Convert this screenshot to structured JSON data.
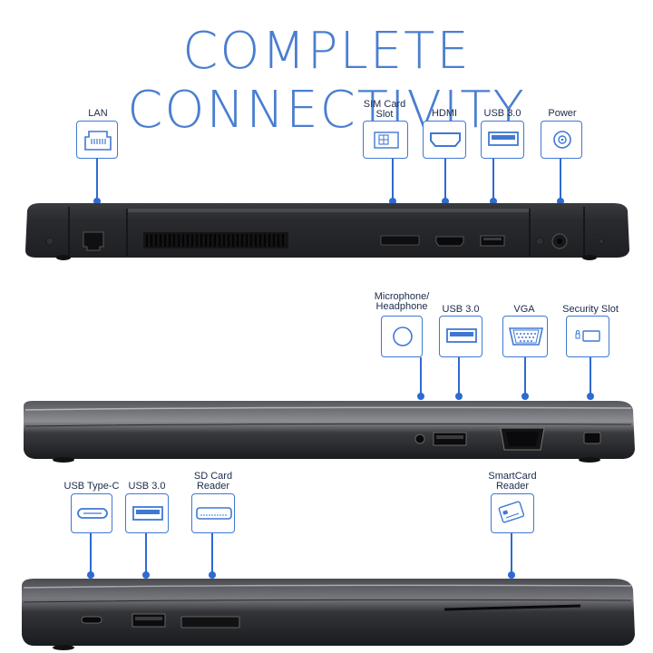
{
  "title": "COMPLETE CONNECTIVITY",
  "views": {
    "back": {
      "ports": [
        {
          "id": "lan",
          "label": "LAN",
          "icon": "ethernet-port-icon"
        },
        {
          "id": "sim",
          "label": "SIM Card\nSlot",
          "icon": "sim-card-icon"
        },
        {
          "id": "hdmi",
          "label": "HDMI",
          "icon": "hdmi-port-icon"
        },
        {
          "id": "usb1",
          "label": "USB 3.0",
          "icon": "usb-port-icon"
        },
        {
          "id": "power",
          "label": "Power",
          "icon": "power-jack-icon"
        }
      ]
    },
    "right": {
      "ports": [
        {
          "id": "mic",
          "label": "Microphone/\nHeadphone",
          "icon": "audio-jack-icon"
        },
        {
          "id": "usb2",
          "label": "USB 3.0",
          "icon": "usb-port-icon"
        },
        {
          "id": "vga",
          "label": "VGA",
          "icon": "vga-port-icon"
        },
        {
          "id": "lock",
          "label": "Security Slot",
          "icon": "security-slot-icon"
        }
      ]
    },
    "left": {
      "ports": [
        {
          "id": "usbc",
          "label": "USB Type-C",
          "icon": "usb-c-port-icon"
        },
        {
          "id": "usb3",
          "label": "USB 3.0",
          "icon": "usb-port-icon"
        },
        {
          "id": "sd",
          "label": "SD Card\nReader",
          "icon": "sd-card-reader-icon"
        },
        {
          "id": "smart",
          "label": "SmartCard\nReader",
          "icon": "smartcard-icon"
        }
      ]
    }
  },
  "colors": {
    "accent": "#3f78d4",
    "title": "#4a7ed0",
    "laptop": "#2a2b2e"
  }
}
